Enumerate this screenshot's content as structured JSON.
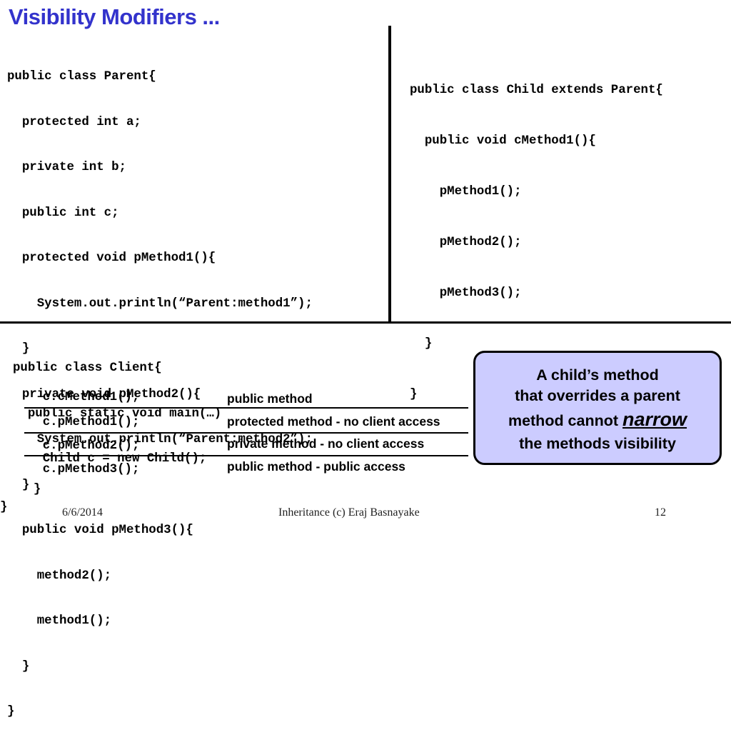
{
  "slide": {
    "title": "Visibility Modifiers ...",
    "parent_code": [
      "public class Parent{",
      "  protected int a;",
      "  private int b;",
      "  public int c;",
      "  protected void pMethod1(){",
      "    System.out.println(“Parent:method1”);",
      "  }",
      "  private void pMethod2(){",
      "    System.out.println(“Parent:method2”);",
      "  }",
      "  public void pMethod3(){",
      "    method2();",
      "    method1();",
      "  }",
      "}"
    ],
    "child_code": [
      "public class Child extends Parent{",
      "  public void cMethod1(){",
      "    pMethod1();",
      "    pMethod2();",
      "    pMethod3();",
      "  }",
      "}"
    ],
    "client_code": [
      "public class Client{",
      "  public static void main(…)",
      "    Child c = new Child();",
      "    c.cMethod1();",
      "    c.pMethod1();",
      "    c.pMethod2();",
      "    c.pMethod3();",
      "  }",
      "}"
    ],
    "notes": [
      "public method",
      "protected method - no client access",
      "private method - no client access",
      "public method - public access"
    ],
    "callout": {
      "line1": "A child’s method",
      "line2": "that overrides a parent",
      "line3_pre": "method cannot ",
      "line3_em": "narrow",
      "line4": "the methods visibility"
    },
    "footer": {
      "date": "6/6/2014",
      "center": "Inheritance (c) Eraj Basnayake",
      "page": "12"
    }
  }
}
